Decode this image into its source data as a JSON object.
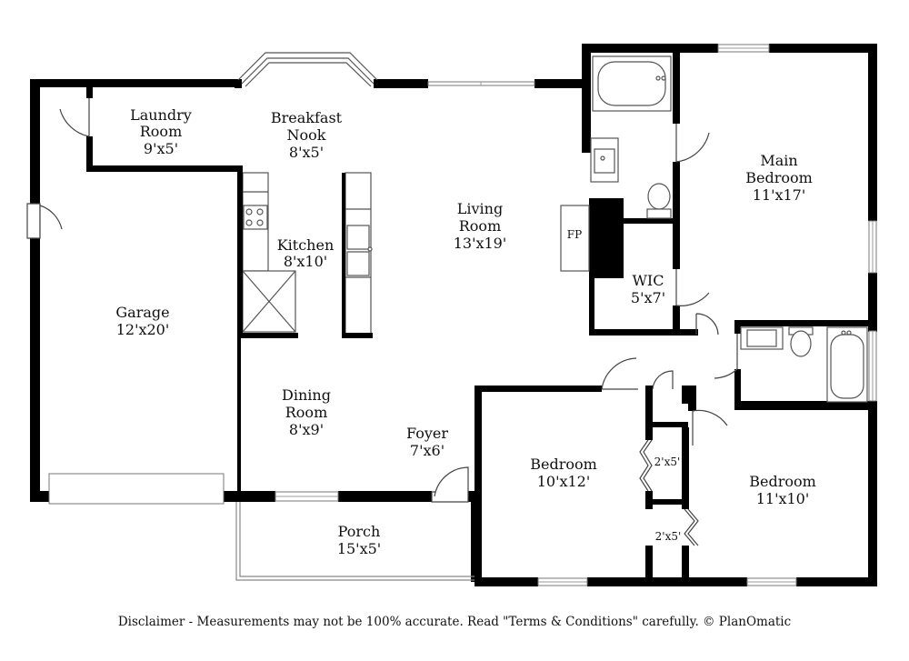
{
  "rooms": {
    "laundry": {
      "name1": "Laundry",
      "name2": "Room",
      "size": "9'x5'"
    },
    "breakfast": {
      "name1": "Breakfast",
      "name2": "Nook",
      "size": "8'x5'"
    },
    "living": {
      "name1": "Living",
      "name2": "Room",
      "size": "13'x19'"
    },
    "main_bedroom": {
      "name1": "Main",
      "name2": "Bedroom",
      "size": "11'x17'"
    },
    "kitchen": {
      "name": "Kitchen",
      "size": "8'x10'"
    },
    "fireplace": {
      "label": "FP"
    },
    "wic": {
      "name": "WIC",
      "size": "5'x7'"
    },
    "garage": {
      "name": "Garage",
      "size": "12'x20'"
    },
    "dining": {
      "name1": "Dining",
      "name2": "Room",
      "size": "8'x9'"
    },
    "foyer": {
      "name": "Foyer",
      "size": "7'x6'"
    },
    "bedroom_left": {
      "name": "Bedroom",
      "size": "10'x12'"
    },
    "bedroom_right": {
      "name": "Bedroom",
      "size": "11'x10'"
    },
    "closet_upper": {
      "size": "2'x5'"
    },
    "closet_lower": {
      "size": "2'x5'"
    },
    "porch": {
      "name": "Porch",
      "size": "15'x5'"
    }
  },
  "disclaimer": "Disclaimer - Measurements may not be 100% accurate. Read \"Terms & Conditions\" carefully. © PlanOmatic"
}
